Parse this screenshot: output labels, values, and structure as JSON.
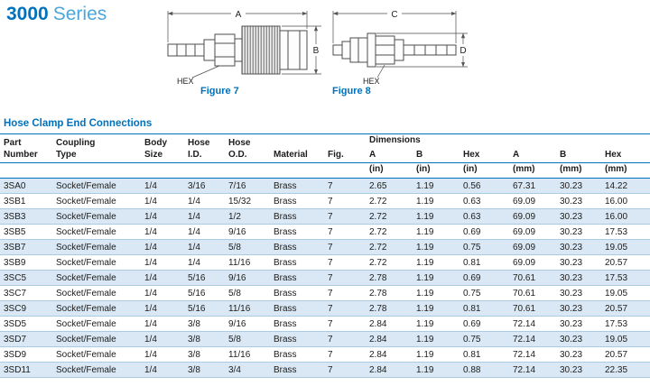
{
  "title": {
    "number": "3000",
    "word": "Series"
  },
  "figures": {
    "fig7": {
      "caption": "Figure 7",
      "dim_length": "A",
      "dim_diameter": "B",
      "hex_label": "HEX"
    },
    "fig8": {
      "caption": "Figure 8",
      "dim_length": "C",
      "dim_diameter": "D",
      "hex_label": "HEX"
    }
  },
  "section_heading": "Hose Clamp End Connections",
  "table": {
    "group_header": "Dimensions",
    "headers": [
      "Part\nNumber",
      "Coupling\nType",
      "Body\nSize",
      "Hose\nI.D.",
      "Hose\nO.D.",
      "Material",
      "Fig."
    ],
    "dim_headers": [
      "A",
      "B",
      "Hex",
      "A",
      "B",
      "Hex"
    ],
    "units": [
      "(in)",
      "(in)",
      "(in)",
      "(mm)",
      "(mm)",
      "(mm)"
    ],
    "rows": [
      [
        "3SA0",
        "Socket/Female",
        "1/4",
        "3/16",
        "7/16",
        "Brass",
        "7",
        "2.65",
        "1.19",
        "0.56",
        "67.31",
        "30.23",
        "14.22"
      ],
      [
        "3SB1",
        "Socket/Female",
        "1/4",
        "1/4",
        "15/32",
        "Brass",
        "7",
        "2.72",
        "1.19",
        "0.63",
        "69.09",
        "30.23",
        "16.00"
      ],
      [
        "3SB3",
        "Socket/Female",
        "1/4",
        "1/4",
        "1/2",
        "Brass",
        "7",
        "2.72",
        "1.19",
        "0.63",
        "69.09",
        "30.23",
        "16.00"
      ],
      [
        "3SB5",
        "Socket/Female",
        "1/4",
        "1/4",
        "9/16",
        "Brass",
        "7",
        "2.72",
        "1.19",
        "0.69",
        "69.09",
        "30.23",
        "17.53"
      ],
      [
        "3SB7",
        "Socket/Female",
        "1/4",
        "1/4",
        "5/8",
        "Brass",
        "7",
        "2.72",
        "1.19",
        "0.75",
        "69.09",
        "30.23",
        "19.05"
      ],
      [
        "3SB9",
        "Socket/Female",
        "1/4",
        "1/4",
        "11/16",
        "Brass",
        "7",
        "2.72",
        "1.19",
        "0.81",
        "69.09",
        "30.23",
        "20.57"
      ],
      [
        "3SC5",
        "Socket/Female",
        "1/4",
        "5/16",
        "9/16",
        "Brass",
        "7",
        "2.78",
        "1.19",
        "0.69",
        "70.61",
        "30.23",
        "17.53"
      ],
      [
        "3SC7",
        "Socket/Female",
        "1/4",
        "5/16",
        "5/8",
        "Brass",
        "7",
        "2.78",
        "1.19",
        "0.75",
        "70.61",
        "30.23",
        "19.05"
      ],
      [
        "3SC9",
        "Socket/Female",
        "1/4",
        "5/16",
        "11/16",
        "Brass",
        "7",
        "2.78",
        "1.19",
        "0.81",
        "70.61",
        "30.23",
        "20.57"
      ],
      [
        "3SD5",
        "Socket/Female",
        "1/4",
        "3/8",
        "9/16",
        "Brass",
        "7",
        "2.84",
        "1.19",
        "0.69",
        "72.14",
        "30.23",
        "17.53"
      ],
      [
        "3SD7",
        "Socket/Female",
        "1/4",
        "3/8",
        "5/8",
        "Brass",
        "7",
        "2.84",
        "1.19",
        "0.75",
        "72.14",
        "30.23",
        "19.05"
      ],
      [
        "3SD9",
        "Socket/Female",
        "1/4",
        "3/8",
        "11/16",
        "Brass",
        "7",
        "2.84",
        "1.19",
        "0.81",
        "72.14",
        "30.23",
        "20.57"
      ],
      [
        "3SD11",
        "Socket/Female",
        "1/4",
        "3/8",
        "3/4",
        "Brass",
        "7",
        "2.84",
        "1.19",
        "0.88",
        "72.14",
        "30.23",
        "22.35"
      ]
    ]
  },
  "colors": {
    "accent_blue": "#0071BC",
    "title_light_blue": "#4BA6DB",
    "row_alt": "#D9E8F4",
    "row_divider": "#A9CBE4",
    "text": "#1C1C1C"
  }
}
